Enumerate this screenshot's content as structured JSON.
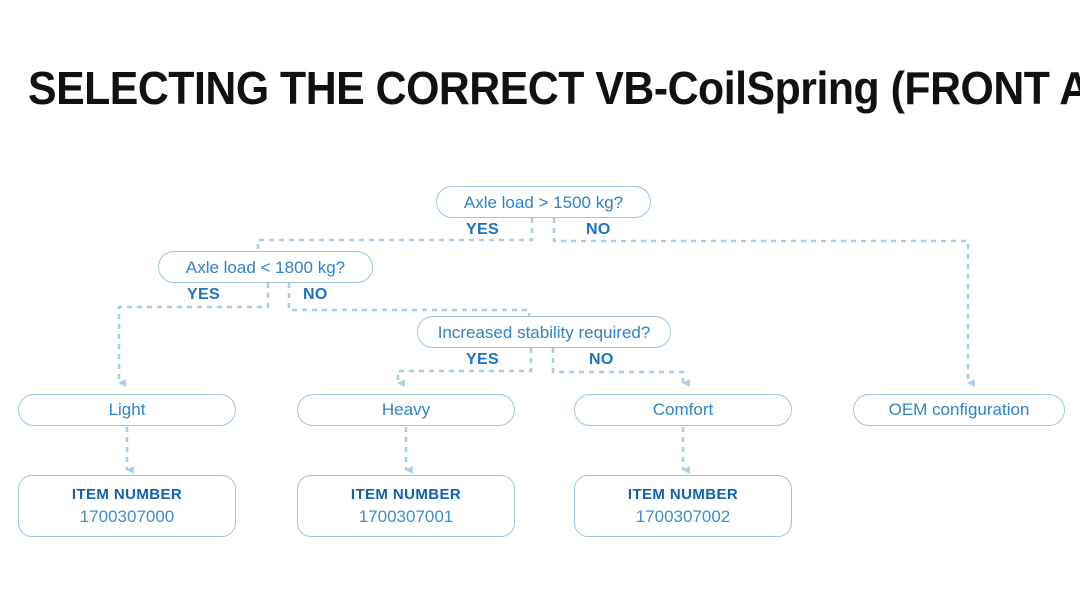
{
  "page": {
    "title": "SELECTING THE CORRECT VB-CoilSpring (FRONT AXLE)"
  },
  "colors": {
    "line": "#a9cfe8",
    "node_border": "#9ec5e4",
    "node_text": "#2e84c8",
    "branch_label": "#1a73c4",
    "item_label": "#0f62ad",
    "item_value": "#3d8fcc",
    "title_text": "#111111",
    "background": "#ffffff"
  },
  "flow": {
    "decisions": [
      {
        "id": "d1",
        "text": "Axle load > 1500 kg?",
        "yes_label": "YES",
        "no_label": "NO"
      },
      {
        "id": "d2",
        "text": "Axle load < 1800 kg?",
        "yes_label": "YES",
        "no_label": "NO"
      },
      {
        "id": "d3",
        "text": "Increased stability required?",
        "yes_label": "YES",
        "no_label": "NO"
      }
    ],
    "results": [
      {
        "id": "r1",
        "text": "Light"
      },
      {
        "id": "r2",
        "text": "Heavy"
      },
      {
        "id": "r3",
        "text": "Comfort"
      },
      {
        "id": "r4",
        "text": "OEM configuration"
      }
    ],
    "items": [
      {
        "id": "i1",
        "label": "ITEM NUMBER",
        "number": "1700307000"
      },
      {
        "id": "i2",
        "label": "ITEM NUMBER",
        "number": "1700307001"
      },
      {
        "id": "i3",
        "label": "ITEM NUMBER",
        "number": "1700307002"
      }
    ]
  },
  "chart_data": {
    "type": "diagram",
    "title": "SELECTING THE CORRECT VB-CoilSpring (FRONT AXLE)",
    "nodes": [
      {
        "id": "d1",
        "kind": "decision",
        "text": "Axle load > 1500 kg?"
      },
      {
        "id": "d2",
        "kind": "decision",
        "text": "Axle load < 1800 kg?"
      },
      {
        "id": "d3",
        "kind": "decision",
        "text": "Increased stability required?"
      },
      {
        "id": "r1",
        "kind": "result",
        "text": "Light"
      },
      {
        "id": "r2",
        "kind": "result",
        "text": "Heavy"
      },
      {
        "id": "r3",
        "kind": "result",
        "text": "Comfort"
      },
      {
        "id": "r4",
        "kind": "result",
        "text": "OEM configuration"
      },
      {
        "id": "i1",
        "kind": "item",
        "text": "1700307000"
      },
      {
        "id": "i2",
        "kind": "item",
        "text": "1700307001"
      },
      {
        "id": "i3",
        "kind": "item",
        "text": "1700307002"
      }
    ],
    "edges": [
      {
        "from": "d1",
        "to": "d2",
        "label": "YES"
      },
      {
        "from": "d1",
        "to": "r4",
        "label": "NO"
      },
      {
        "from": "d2",
        "to": "r1",
        "label": "YES"
      },
      {
        "from": "d2",
        "to": "d3",
        "label": "NO"
      },
      {
        "from": "d3",
        "to": "r2",
        "label": "YES"
      },
      {
        "from": "d3",
        "to": "r3",
        "label": "NO"
      },
      {
        "from": "r1",
        "to": "i1",
        "label": ""
      },
      {
        "from": "r2",
        "to": "i2",
        "label": ""
      },
      {
        "from": "r3",
        "to": "i3",
        "label": ""
      }
    ]
  }
}
